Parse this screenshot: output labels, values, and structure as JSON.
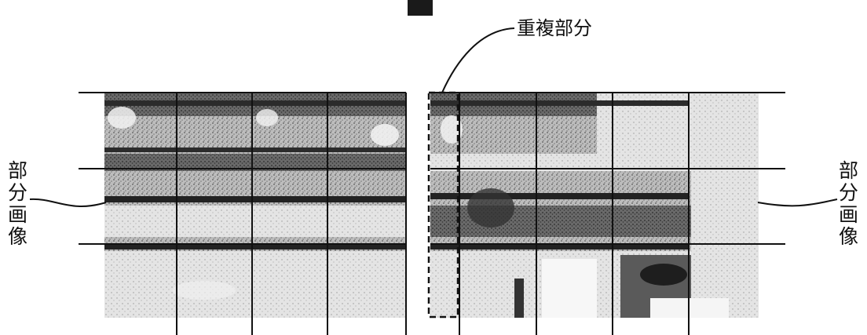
{
  "labels": {
    "overlap": "重複部分",
    "partial_image_left": [
      "部",
      "分",
      "画",
      "像"
    ],
    "partial_image_right": [
      "部",
      "分",
      "画",
      "像"
    ]
  },
  "colors": {
    "ink": "#111111",
    "background": "#ffffff",
    "photo_dark": "#4a4a4a",
    "photo_mid": "#9a9a9a",
    "photo_light": "#e6e6e6",
    "tag_block": "#1a1a1a"
  }
}
